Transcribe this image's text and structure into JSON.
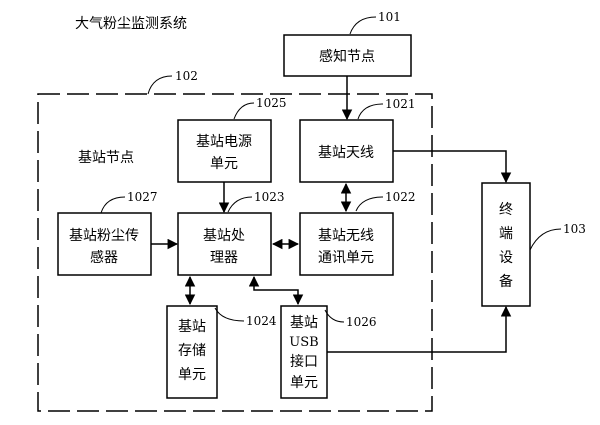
{
  "title": "大气粉尘监测系统",
  "refs": {
    "r101": "101",
    "r102": "102",
    "r103": "103",
    "r1021": "1021",
    "r1022": "1022",
    "r1023": "1023",
    "r1024": "1024",
    "r1025": "1025",
    "r1026": "1026",
    "r1027": "1027"
  },
  "boxes": {
    "sensing_node": "感知节点",
    "base_station_label": "基站节点",
    "power_unit": [
      "基站电源",
      "单元"
    ],
    "antenna": "基站天线",
    "dust_sensor": [
      "基站粉尘传",
      "感器"
    ],
    "processor": [
      "基站处",
      "理器"
    ],
    "wireless_unit": [
      "基站无线",
      "通讯单元"
    ],
    "storage_unit": [
      "基站",
      "存储",
      "单元"
    ],
    "usb_unit": [
      "基站",
      "USB",
      "接口",
      "单元"
    ],
    "terminal": [
      "终",
      "端",
      "设",
      "备"
    ]
  }
}
